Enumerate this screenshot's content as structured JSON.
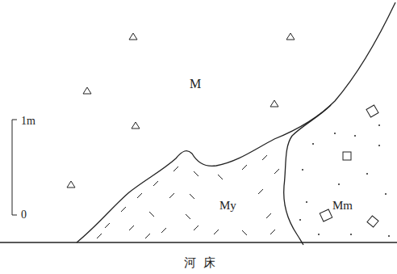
{
  "diagram": {
    "labels": [
      "M",
      "My",
      "Mm",
      "1m",
      "0",
      "河床"
    ]
  }
}
